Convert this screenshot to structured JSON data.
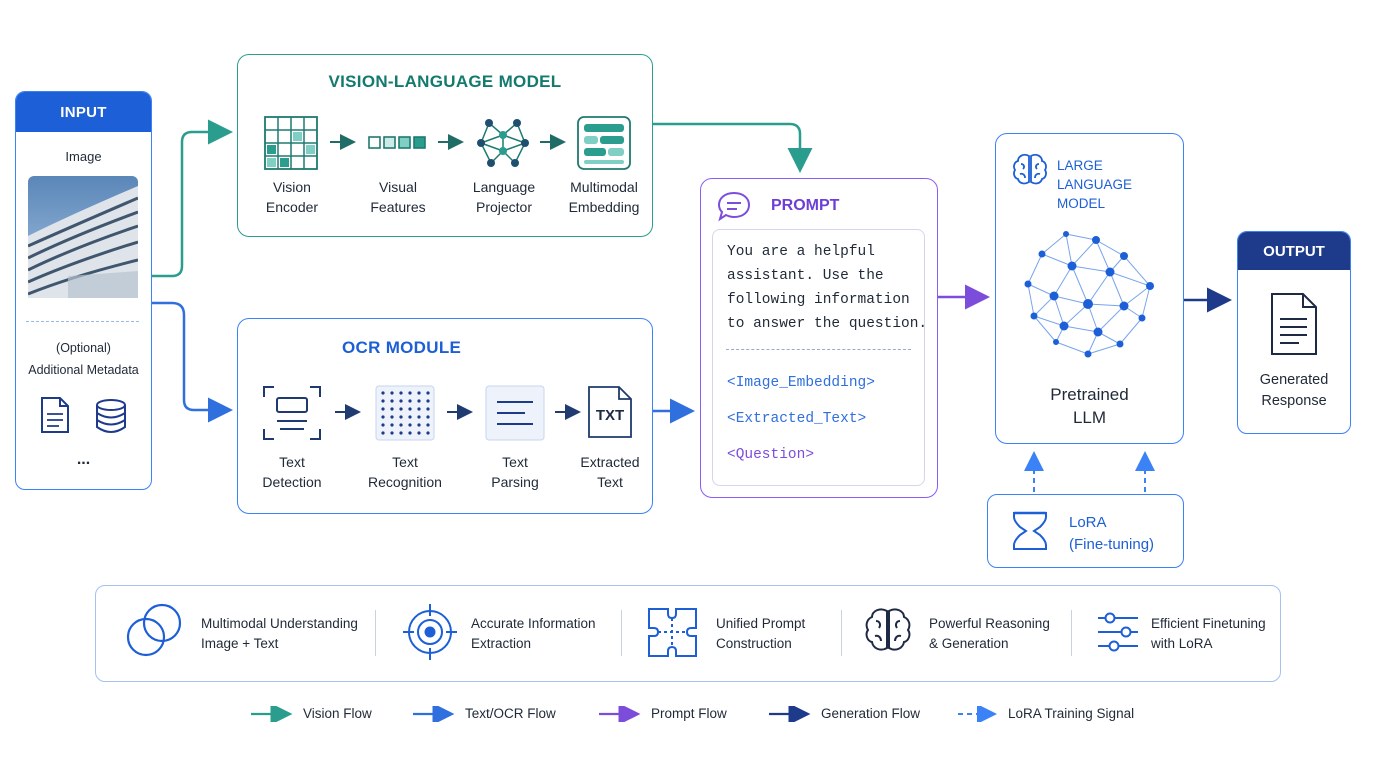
{
  "input": {
    "header": "INPUT",
    "image_label": "Image",
    "optional": "(Optional)",
    "metadata": "Additional Metadata",
    "ellipsis": "..."
  },
  "vlm": {
    "title": "VISION-LANGUAGE MODEL",
    "steps": [
      {
        "l1": "Vision",
        "l2": "Encoder"
      },
      {
        "l1": "Visual",
        "l2": "Features"
      },
      {
        "l1": "Language",
        "l2": "Projector"
      },
      {
        "l1": "Multimodal",
        "l2": "Embedding"
      }
    ]
  },
  "ocr": {
    "title": "OCR MODULE",
    "steps": [
      {
        "l1": "Text",
        "l2": "Detection"
      },
      {
        "l1": "Text",
        "l2": "Recognition"
      },
      {
        "l1": "Text",
        "l2": "Parsing"
      },
      {
        "l1": "Extracted",
        "l2": "Text"
      }
    ],
    "txt_icon": "TXT"
  },
  "prompt": {
    "title": "PROMPT",
    "lines": [
      "You are a helpful",
      "assistant. Use the",
      "following information",
      "to answer the question."
    ],
    "placeholders": [
      "<Image_Embedding>",
      "<Extracted_Text>",
      "<Question>"
    ]
  },
  "llm": {
    "title_l1": "LARGE",
    "title_l2": "LANGUAGE MODEL",
    "name_l1": "Pretrained",
    "name_l2": "LLM"
  },
  "output": {
    "header": "OUTPUT",
    "l1": "Generated",
    "l2": "Response"
  },
  "lora": {
    "l1": "LoRA",
    "l2": "(Fine-tuning)"
  },
  "features": [
    {
      "l1": "Multimodal Understanding",
      "l2": "Image + Text",
      "icon": "venn-icon"
    },
    {
      "l1": "Accurate Information",
      "l2": "Extraction",
      "icon": "target-icon"
    },
    {
      "l1": "Unified Prompt",
      "l2": "Construction",
      "icon": "puzzle-icon"
    },
    {
      "l1": "Powerful Reasoning",
      "l2": "& Generation",
      "icon": "brain-icon"
    },
    {
      "l1": "Efficient Finetuning",
      "l2": "with LoRA",
      "icon": "sliders-icon"
    }
  ],
  "legend": [
    {
      "label": "Vision Flow",
      "color": "#2a9d8f"
    },
    {
      "label": "Text/OCR Flow",
      "color": "#2f6fde"
    },
    {
      "label": "Prompt Flow",
      "color": "#7c4ddb"
    },
    {
      "label": "Generation Flow",
      "color": "#1e3a8a"
    },
    {
      "label": "LoRA Training Signal",
      "color": "#3b82f6"
    }
  ]
}
